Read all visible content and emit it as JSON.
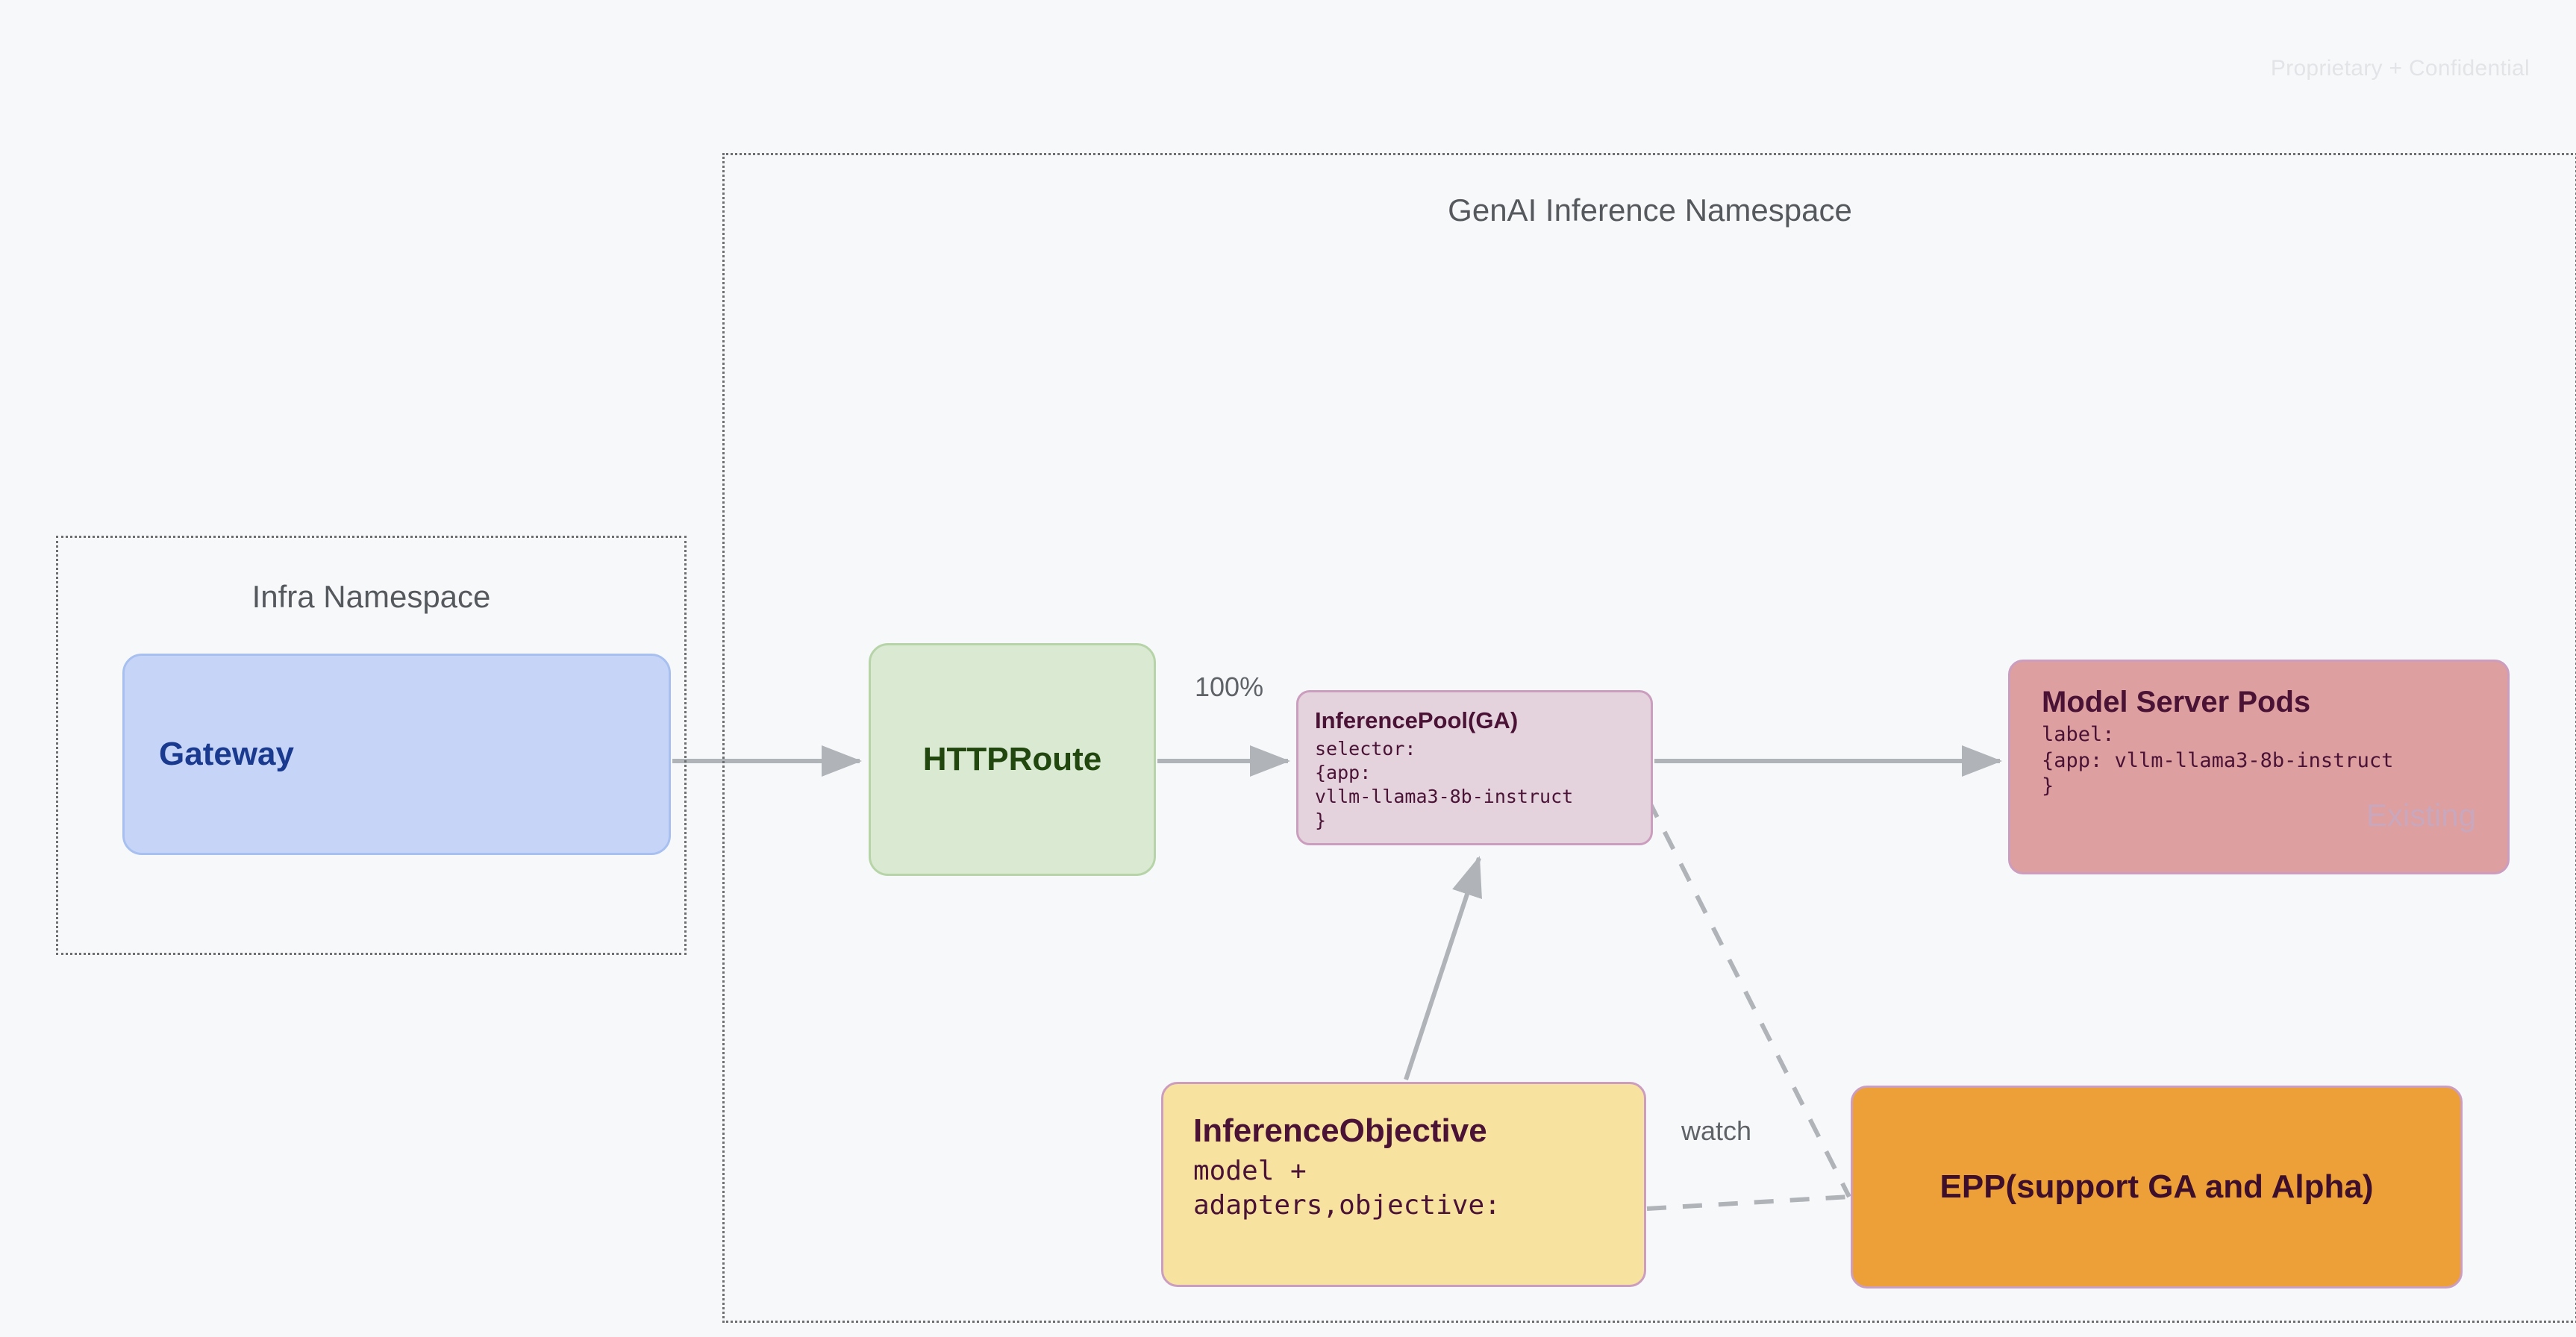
{
  "watermark": "Proprietary + Confidential",
  "namespaces": [
    {
      "id": "infra",
      "title": "Infra Namespace"
    },
    {
      "id": "genai",
      "title": "GenAI Inference Namespace"
    }
  ],
  "nodes": {
    "gateway": {
      "title": "Gateway"
    },
    "httproute": {
      "title": "HTTPRoute"
    },
    "inferencepool": {
      "title": "InferencePool(GA)",
      "code": "selector:\n{app:\nvllm-llama3-8b-instruct\n}"
    },
    "modelserver": {
      "title": "Model Server Pods",
      "code": "label:\n{app: vllm-llama3-8b-instruct\n}",
      "badge": "Existing"
    },
    "inferenceobjective": {
      "title": "InferenceObjective",
      "code": "model +\nadapters,objective:"
    },
    "epp": {
      "title": "EPP(support GA and Alpha)"
    }
  },
  "edges": {
    "traffic_percent": "100%",
    "watch": "watch"
  },
  "colors": {
    "background": "#f7f8fa",
    "gateway_fill": "#c6d5f7",
    "gateway_text": "#1a3a8f",
    "httproute_fill": "#dae9d2",
    "httproute_text": "#21470f",
    "inferencepool_fill": "#e4d2dd",
    "modelserver_fill": "#dd9f9f",
    "inferenceobjective_fill": "#f8e2a0",
    "epp_fill": "#eda037",
    "node_text": "#4a1336",
    "namespace_border": "#6d6f73",
    "edge_stroke": "#b0b3b8",
    "watermark_text": "#e2e4e7",
    "existing_badge": "#c9a7bd"
  }
}
